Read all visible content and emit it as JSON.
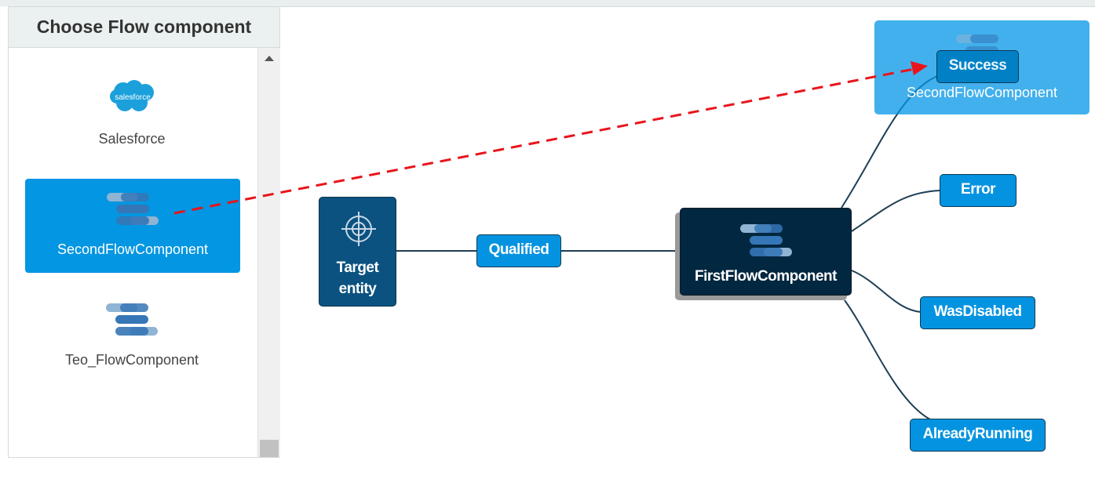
{
  "panel": {
    "title": "Choose Flow component",
    "items": [
      {
        "label": "Salesforce",
        "icon": "salesforce-logo",
        "logo_text": "salesforce"
      },
      {
        "label": "SecondFlowComponent",
        "icon": "flow-component-icon",
        "selected": true
      },
      {
        "label": "Teo_FlowComponent",
        "icon": "flow-component-icon"
      }
    ]
  },
  "canvas": {
    "target": {
      "label": "Target entity",
      "icon": "target-icon"
    },
    "qualified": "Qualified",
    "first": "FirstFlowComponent",
    "outputs": [
      "Success",
      "Error",
      "WasDisabled",
      "AlreadyRunning"
    ],
    "drag_ghost": "SecondFlowComponent"
  },
  "colors": {
    "accent": "#0493e0",
    "target": "#0b5280",
    "component": "#022740",
    "drag_line": "#e8141c"
  }
}
